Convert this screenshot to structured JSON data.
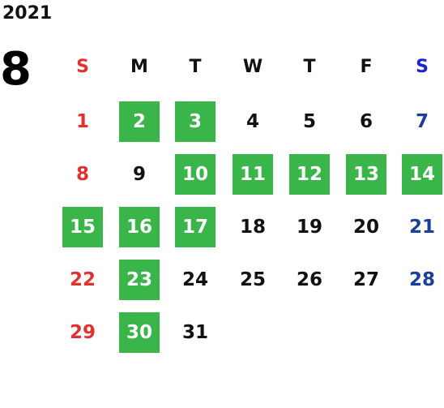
{
  "calendar": {
    "year": "2021",
    "month": "8",
    "weekdays": [
      "S",
      "M",
      "T",
      "W",
      "T",
      "F",
      "S"
    ],
    "highlight_color": "#3ab54a",
    "colors": {
      "sunday": "#e03131",
      "saturday": "#1b3f99",
      "saturday_header": "#1a22d6",
      "weekday": "#111111"
    },
    "weeks": [
      [
        {
          "d": "1",
          "hl": false
        },
        {
          "d": "2",
          "hl": true
        },
        {
          "d": "3",
          "hl": true
        },
        {
          "d": "4",
          "hl": false
        },
        {
          "d": "5",
          "hl": false
        },
        {
          "d": "6",
          "hl": false
        },
        {
          "d": "7",
          "hl": false
        }
      ],
      [
        {
          "d": "8",
          "hl": false
        },
        {
          "d": "9",
          "hl": false
        },
        {
          "d": "10",
          "hl": true
        },
        {
          "d": "11",
          "hl": true
        },
        {
          "d": "12",
          "hl": true
        },
        {
          "d": "13",
          "hl": true
        },
        {
          "d": "14",
          "hl": true
        }
      ],
      [
        {
          "d": "15",
          "hl": true
        },
        {
          "d": "16",
          "hl": true
        },
        {
          "d": "17",
          "hl": true
        },
        {
          "d": "18",
          "hl": false
        },
        {
          "d": "19",
          "hl": false
        },
        {
          "d": "20",
          "hl": false
        },
        {
          "d": "21",
          "hl": false
        }
      ],
      [
        {
          "d": "22",
          "hl": false
        },
        {
          "d": "23",
          "hl": true
        },
        {
          "d": "24",
          "hl": false
        },
        {
          "d": "25",
          "hl": false
        },
        {
          "d": "26",
          "hl": false
        },
        {
          "d": "27",
          "hl": false
        },
        {
          "d": "28",
          "hl": false
        }
      ],
      [
        {
          "d": "29",
          "hl": false
        },
        {
          "d": "30",
          "hl": true
        },
        {
          "d": "31",
          "hl": false
        }
      ]
    ]
  }
}
